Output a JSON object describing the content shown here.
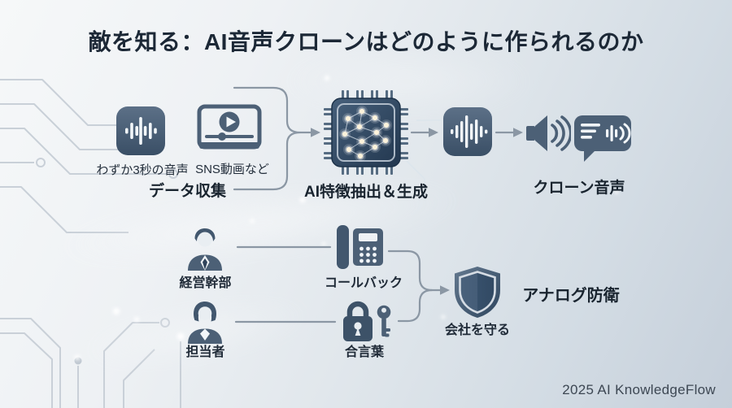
{
  "title": "敵を知る：AI音声クローンはどのように作られるのか",
  "footer": "2025 AI KnowledgeFlow",
  "top_flow": {
    "sources": [
      {
        "icon": "audio-clip-icon",
        "label": "わずか3秒の音声"
      },
      {
        "icon": "sns-video-icon",
        "label": "SNS動画など"
      }
    ],
    "collect_label": "データ収集",
    "process_label": "AI特徴抽出＆生成",
    "output_label": "クローン音声",
    "process_icon": "ai-chip-neural-network-icon",
    "output_icons": [
      "voice-waveform-icon",
      "speaker-icon",
      "speech-bubble-voice-icon"
    ]
  },
  "defense_flow": {
    "rows": [
      {
        "person_icon": "executive-icon",
        "person_label": "経営幹部",
        "method_icon": "callback-phone-icon",
        "method_label": "コールバック"
      },
      {
        "person_icon": "staff-icon",
        "person_label": "担当者",
        "method_icon": "passphrase-lock-key-icon",
        "method_label": "合言葉"
      }
    ],
    "shield_icon": "shield-icon",
    "shield_caption": "会社を守る",
    "headline": "アナログ防衛"
  },
  "colors": {
    "title_text": "#1c2836",
    "icon_slate": "#4c6076",
    "icon_slate_dark": "#33485f",
    "chip_navy": "#2b405a",
    "node_glow": "#fdf3dc",
    "connector": "#8b97a4",
    "circuit_trace": "#c9d0d8",
    "background_top": "#f6f8f9",
    "background_bottom": "#c5cfda",
    "footer_text": "#3d4753"
  }
}
